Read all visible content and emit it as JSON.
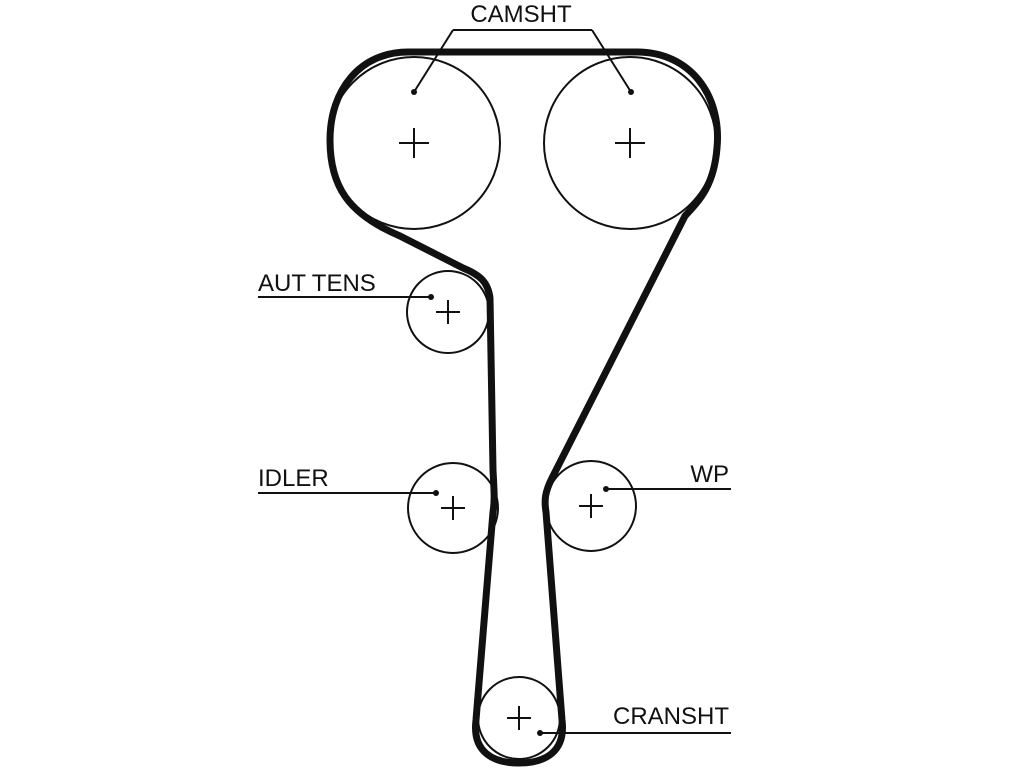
{
  "labels": {
    "camshaft": "CAMSHT",
    "auto_tensioner": "AUT TENS",
    "idler": "IDLER",
    "water_pump": "WP",
    "crankshaft": "CRANSHT"
  },
  "colors": {
    "line": "#111111",
    "background": "#ffffff"
  }
}
